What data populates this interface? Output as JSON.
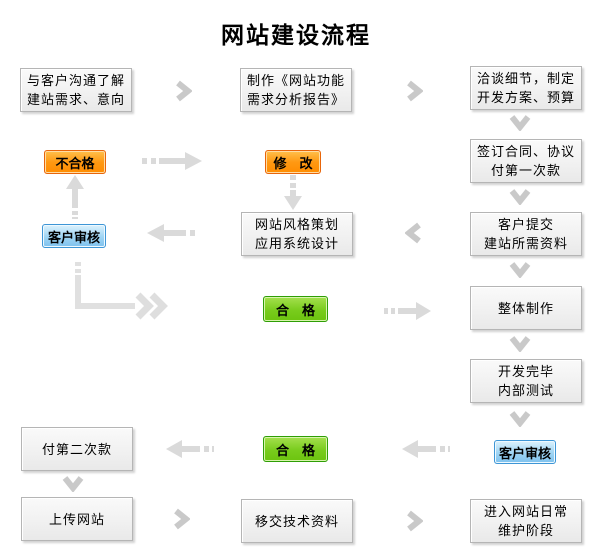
{
  "title": "网站建设流程",
  "colors": {
    "background": "#ffffff",
    "box_border": "#b5b5b5",
    "box_fill": "#f1f1f1",
    "arrow_gray": "#c9c9c9",
    "dashed_arrow_gray": "#dadada",
    "orange_button": "#ff9913",
    "orange_border": "#e8650a",
    "blue_button": "#9ed4f4",
    "blue_border": "#3e96d6",
    "green_button": "#79cc1d",
    "green_border": "#2f9e06",
    "text": "#000000"
  },
  "flow": {
    "boxes": {
      "communicate": {
        "line1": "与客户沟通了解",
        "line2": "建站需求、意向"
      },
      "report": {
        "line1": "制作《网站功能",
        "line2": "需求分析报告》"
      },
      "negotiate": {
        "line1": "洽谈细节，制定",
        "line2": "开发方案、预算"
      },
      "contract": {
        "line1": "签订合同、协议",
        "line2": "付第一次款"
      },
      "materials": {
        "line1": "客户提交",
        "line2": "建站所需资料"
      },
      "production": {
        "line1": "整体制作"
      },
      "testing": {
        "line1": "开发完毕",
        "line2": "内部测试"
      },
      "design": {
        "line1": "网站风格策划",
        "line2": "应用系统设计"
      },
      "payment2": {
        "line1": "付第二次款"
      },
      "upload": {
        "line1": "上传网站"
      },
      "handover": {
        "line1": "移交技术资料"
      },
      "maintenance": {
        "line1": "进入网站日常",
        "line2": "维护阶段"
      }
    },
    "buttons": {
      "unqualified": {
        "label": "不合格",
        "color": "#ff9913"
      },
      "modify": {
        "label": "修　改",
        "color": "#ff9913"
      },
      "review_left": {
        "label": "客户审核",
        "color": "#9ed4f4"
      },
      "qualified_mid": {
        "label": "合　格",
        "color": "#79cc1d"
      },
      "qualified_bottom": {
        "label": "合　格",
        "color": "#79cc1d"
      },
      "review_right": {
        "label": "客户审核",
        "color": "#9ed4f4"
      }
    },
    "arrows": [
      {
        "from": "communicate",
        "to": "report",
        "style": "chevron-right"
      },
      {
        "from": "report",
        "to": "negotiate",
        "style": "chevron-right"
      },
      {
        "from": "negotiate",
        "to": "contract",
        "style": "chevron-down"
      },
      {
        "from": "contract",
        "to": "materials",
        "style": "chevron-down"
      },
      {
        "from": "materials",
        "to": "production",
        "style": "chevron-down"
      },
      {
        "from": "production",
        "to": "testing",
        "style": "chevron-down"
      },
      {
        "from": "testing",
        "to": "review_right",
        "style": "chevron-down"
      },
      {
        "from": "materials",
        "to": "design",
        "style": "chevron-left"
      },
      {
        "from": "unqualified",
        "to": "modify",
        "style": "dashed-right"
      },
      {
        "from": "modify",
        "to": "design",
        "style": "dashed-down"
      },
      {
        "from": "design",
        "to": "review_left",
        "style": "dashed-left"
      },
      {
        "from": "review_left",
        "to": "unqualified",
        "style": "dashed-up"
      },
      {
        "from": "review_left",
        "to": "qualified_mid",
        "style": "dashed-elbow-right"
      },
      {
        "from": "qualified_mid",
        "to": "production",
        "style": "dashed-right"
      },
      {
        "from": "review_right",
        "to": "qualified_bottom",
        "style": "dashed-left"
      },
      {
        "from": "qualified_bottom",
        "to": "payment2",
        "style": "dashed-left"
      },
      {
        "from": "payment2",
        "to": "upload",
        "style": "chevron-down"
      },
      {
        "from": "upload",
        "to": "handover",
        "style": "chevron-right"
      },
      {
        "from": "handover",
        "to": "maintenance",
        "style": "chevron-right"
      }
    ]
  }
}
